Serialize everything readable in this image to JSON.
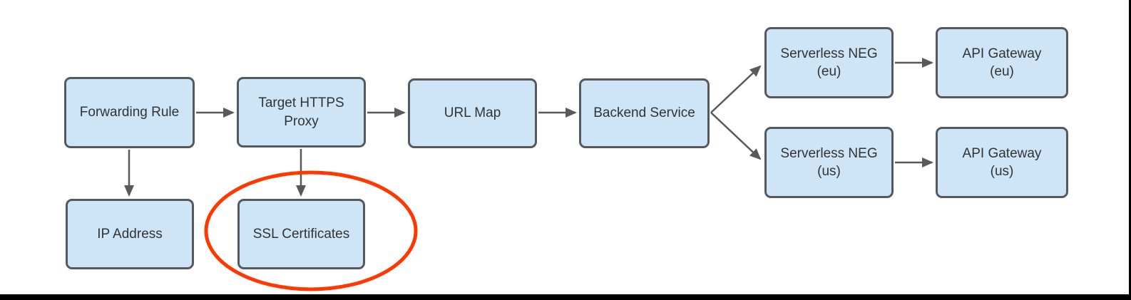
{
  "diagram": {
    "nodes": [
      {
        "id": "forwarding-rule",
        "label": "Forwarding Rule"
      },
      {
        "id": "target-https-proxy",
        "label": "Target HTTPS\nProxy"
      },
      {
        "id": "url-map",
        "label": "URL Map"
      },
      {
        "id": "backend-service",
        "label": "Backend Service"
      },
      {
        "id": "serverless-neg-eu",
        "label": "Serverless NEG\n(eu)"
      },
      {
        "id": "api-gateway-eu",
        "label": "API Gateway\n(eu)"
      },
      {
        "id": "serverless-neg-us",
        "label": "Serverless NEG\n(us)"
      },
      {
        "id": "api-gateway-us",
        "label": "API Gateway\n(us)"
      },
      {
        "id": "ip-address",
        "label": "IP Address"
      },
      {
        "id": "ssl-certificates",
        "label": "SSL Certificates"
      }
    ],
    "edges": [
      {
        "from": "forwarding-rule",
        "to": "target-https-proxy"
      },
      {
        "from": "target-https-proxy",
        "to": "url-map"
      },
      {
        "from": "url-map",
        "to": "backend-service"
      },
      {
        "from": "backend-service",
        "to": "serverless-neg-eu"
      },
      {
        "from": "backend-service",
        "to": "serverless-neg-us"
      },
      {
        "from": "serverless-neg-eu",
        "to": "api-gateway-eu"
      },
      {
        "from": "serverless-neg-us",
        "to": "api-gateway-us"
      },
      {
        "from": "forwarding-rule",
        "to": "ip-address"
      },
      {
        "from": "target-https-proxy",
        "to": "ssl-certificates"
      }
    ],
    "highlight": {
      "shape": "ellipse",
      "around": "ssl-certificates",
      "color": "#ff3700"
    },
    "colors": {
      "node_fill": "#cde5f6",
      "node_border": "#55585c",
      "arrow": "#595959",
      "text": "#333333",
      "highlight": "#ff3700",
      "frame": "#000000"
    }
  }
}
